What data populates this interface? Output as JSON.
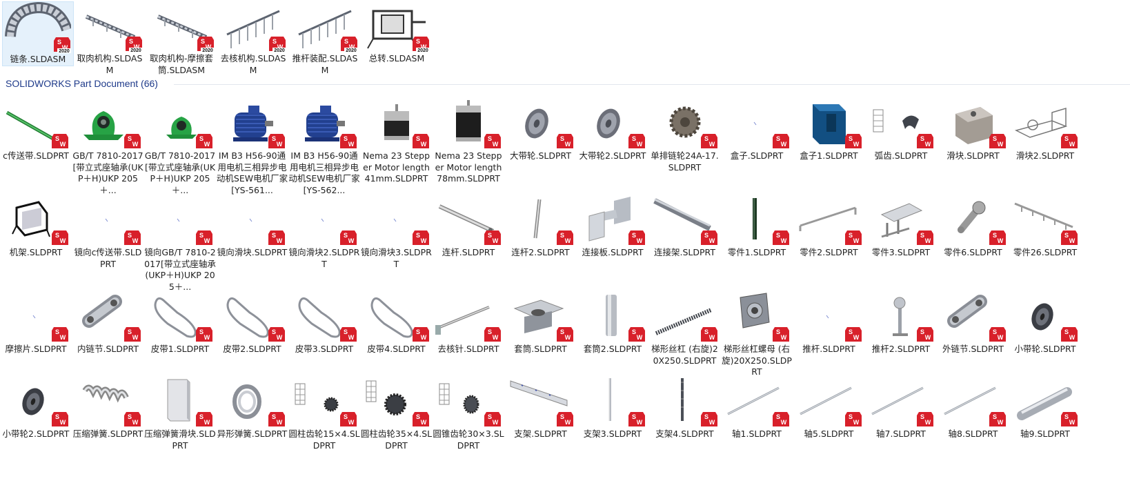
{
  "assemblies": [
    {
      "name": "链条.SLDASM",
      "icon": "chain-icon",
      "badge_year": "2020",
      "selected": true
    },
    {
      "name": "取肉机构.SLDASM",
      "icon": "chain-rail-icon",
      "badge_year": "2020"
    },
    {
      "name": "取肉机构-摩擦套筒.SLDASM",
      "icon": "chain-rail-icon",
      "badge_year": "2020"
    },
    {
      "name": "去核机构.SLDASM",
      "icon": "comb-icon",
      "badge_year": "2020"
    },
    {
      "name": "推杆装配.SLDASM",
      "icon": "comb-icon",
      "badge_year": "2020"
    },
    {
      "name": "总转.SLDASM",
      "icon": "machine-assembly-icon",
      "badge_year": "2020"
    }
  ],
  "section": {
    "title": "SOLIDWORKS Part Document (66)"
  },
  "parts_rows": [
    [
      {
        "name": "c传送带.SLDPRT",
        "icon": "green-rod-icon"
      },
      {
        "name": "GB∕T 7810-2017[带立式座轴承(UKP＋H)UKP 205＋...",
        "icon": "green-bearing-icon"
      },
      {
        "name": "GB∕T 7810-2017[带立式座轴承(UKP＋H)UKP 205＋...",
        "icon": "green-bearing-small-icon"
      },
      {
        "name": "IM B3 H56-90通用电机三相异步电动机SEW电机厂家[YS-561...",
        "icon": "blue-motor-icon"
      },
      {
        "name": "IM B3 H56-90通用电机三相异步电动机SEW电机厂家[YS-562...",
        "icon": "blue-motor-icon"
      },
      {
        "name": "Nema 23 Stepper Motor length 41mm.SLDPRT",
        "icon": "stepper-short-icon"
      },
      {
        "name": "Nema 23 Stepper Motor length 78mm.SLDPRT",
        "icon": "stepper-long-icon"
      },
      {
        "name": "大带轮.SLDPRT",
        "icon": "pulley-icon"
      },
      {
        "name": "大带轮2.SLDPRT",
        "icon": "pulley-icon"
      },
      {
        "name": "单排链轮24A-17.SLDPRT",
        "icon": "sprocket-icon"
      },
      {
        "name": "盒子.SLDPRT",
        "icon": "blank-part-icon"
      },
      {
        "name": "盒子1.SLDPRT",
        "icon": "blue-box-icon"
      },
      {
        "name": "弧齿.SLDPRT",
        "icon": "arc-gear-icon"
      },
      {
        "name": "滑块.SLDPRT",
        "icon": "slider-block-icon"
      },
      {
        "name": "滑块2.SLDPRT",
        "icon": "slider-plate-icon"
      }
    ],
    [
      {
        "name": "机架.SLDPRT",
        "icon": "frame-icon"
      },
      {
        "name": "镜向c传送带.SLDPRT",
        "icon": "blank-part-icon"
      },
      {
        "name": "镜向GB∕T 7810-2017[带立式座轴承(UKP＋H)UKP 205＋...",
        "icon": "blank-part-icon"
      },
      {
        "name": "镜向滑块.SLDPRT",
        "icon": "blank-part-icon"
      },
      {
        "name": "镜向滑块2.SLDPRT",
        "icon": "blank-part-icon"
      },
      {
        "name": "镜向滑块3.SLDPRT",
        "icon": "blank-part-icon"
      },
      {
        "name": "连杆.SLDPRT",
        "icon": "link-bar-icon"
      },
      {
        "name": "连杆2.SLDPRT",
        "icon": "vertical-rod-icon"
      },
      {
        "name": "连接板.SLDPRT",
        "icon": "flange-shaft-icon"
      },
      {
        "name": "连接架.SLDPRT",
        "icon": "angle-bar-icon"
      },
      {
        "name": "零件1.SLDPRT",
        "icon": "dark-rod-icon"
      },
      {
        "name": "零件2.SLDPRT",
        "icon": "bracket-rod-icon"
      },
      {
        "name": "零件3.SLDPRT",
        "icon": "plate-stand-icon"
      },
      {
        "name": "零件6.SLDPRT",
        "icon": "small-pulley-arm-icon"
      },
      {
        "name": "零件26.SLDPRT",
        "icon": "comb-bar-icon"
      }
    ],
    [
      {
        "name": "摩擦片.SLDPRT",
        "icon": "blank-part-icon"
      },
      {
        "name": "内链节.SLDPRT",
        "icon": "chain-link-icon"
      },
      {
        "name": "皮带1.SLDPRT",
        "icon": "belt-icon"
      },
      {
        "name": "皮带2.SLDPRT",
        "icon": "belt-icon"
      },
      {
        "name": "皮带3.SLDPRT",
        "icon": "belt-icon"
      },
      {
        "name": "皮带4.SLDPRT",
        "icon": "belt-icon"
      },
      {
        "name": "去核针.SLDPRT",
        "icon": "needle-icon"
      },
      {
        "name": "套筒.SLDPRT",
        "icon": "sleeve-flange-icon"
      },
      {
        "name": "套筒2.SLDPRT",
        "icon": "cylinder-icon"
      },
      {
        "name": "梯形丝杠 (右旋)20X250.SLDPRT",
        "icon": "lead-screw-icon"
      },
      {
        "name": "梯形丝杠螺母 (右旋)20X250.SLDPRT",
        "icon": "screw-nut-icon"
      },
      {
        "name": "推杆.SLDPRT",
        "icon": "blank-part-icon"
      },
      {
        "name": "推杆2.SLDPRT",
        "icon": "push-rod-icon"
      },
      {
        "name": "外链节.SLDPRT",
        "icon": "chain-link-icon"
      },
      {
        "name": "小带轮.SLDPRT",
        "icon": "dark-pulley-icon"
      }
    ],
    [
      {
        "name": "小带轮2.SLDPRT",
        "icon": "dark-pulley-icon"
      },
      {
        "name": "压缩弹簧.SLDPRT",
        "icon": "spring-icon"
      },
      {
        "name": "压缩弹簧滑块.SLDPRT",
        "icon": "block-icon"
      },
      {
        "name": "异形弹簧.SLDPRT",
        "icon": "coil-icon"
      },
      {
        "name": "圆柱齿轮15×4.SLDPRT",
        "icon": "gear-small-icon"
      },
      {
        "name": "圆柱齿轮35×4.SLDPRT",
        "icon": "gear-large-icon"
      },
      {
        "name": "圆锥齿轮30×3.SLDPRT",
        "icon": "bevel-gear-icon"
      },
      {
        "name": "支架.SLDPRT",
        "icon": "long-plate-icon"
      },
      {
        "name": "支架3.SLDPRT",
        "icon": "thin-rod-icon"
      },
      {
        "name": "支架4.SLDPRT",
        "icon": "dark-thin-rod-icon"
      },
      {
        "name": "轴1.SLDPRT",
        "icon": "shaft-icon"
      },
      {
        "name": "轴5.SLDPRT",
        "icon": "shaft-icon"
      },
      {
        "name": "轴7.SLDPRT",
        "icon": "shaft-icon"
      },
      {
        "name": "轴8.SLDPRT",
        "icon": "shaft-icon"
      },
      {
        "name": "轴9.SLDPRT",
        "icon": "thick-shaft-icon"
      }
    ]
  ],
  "badge": {
    "letters_top": "S",
    "letters_bottom": "W",
    "color": "#d8202a"
  }
}
